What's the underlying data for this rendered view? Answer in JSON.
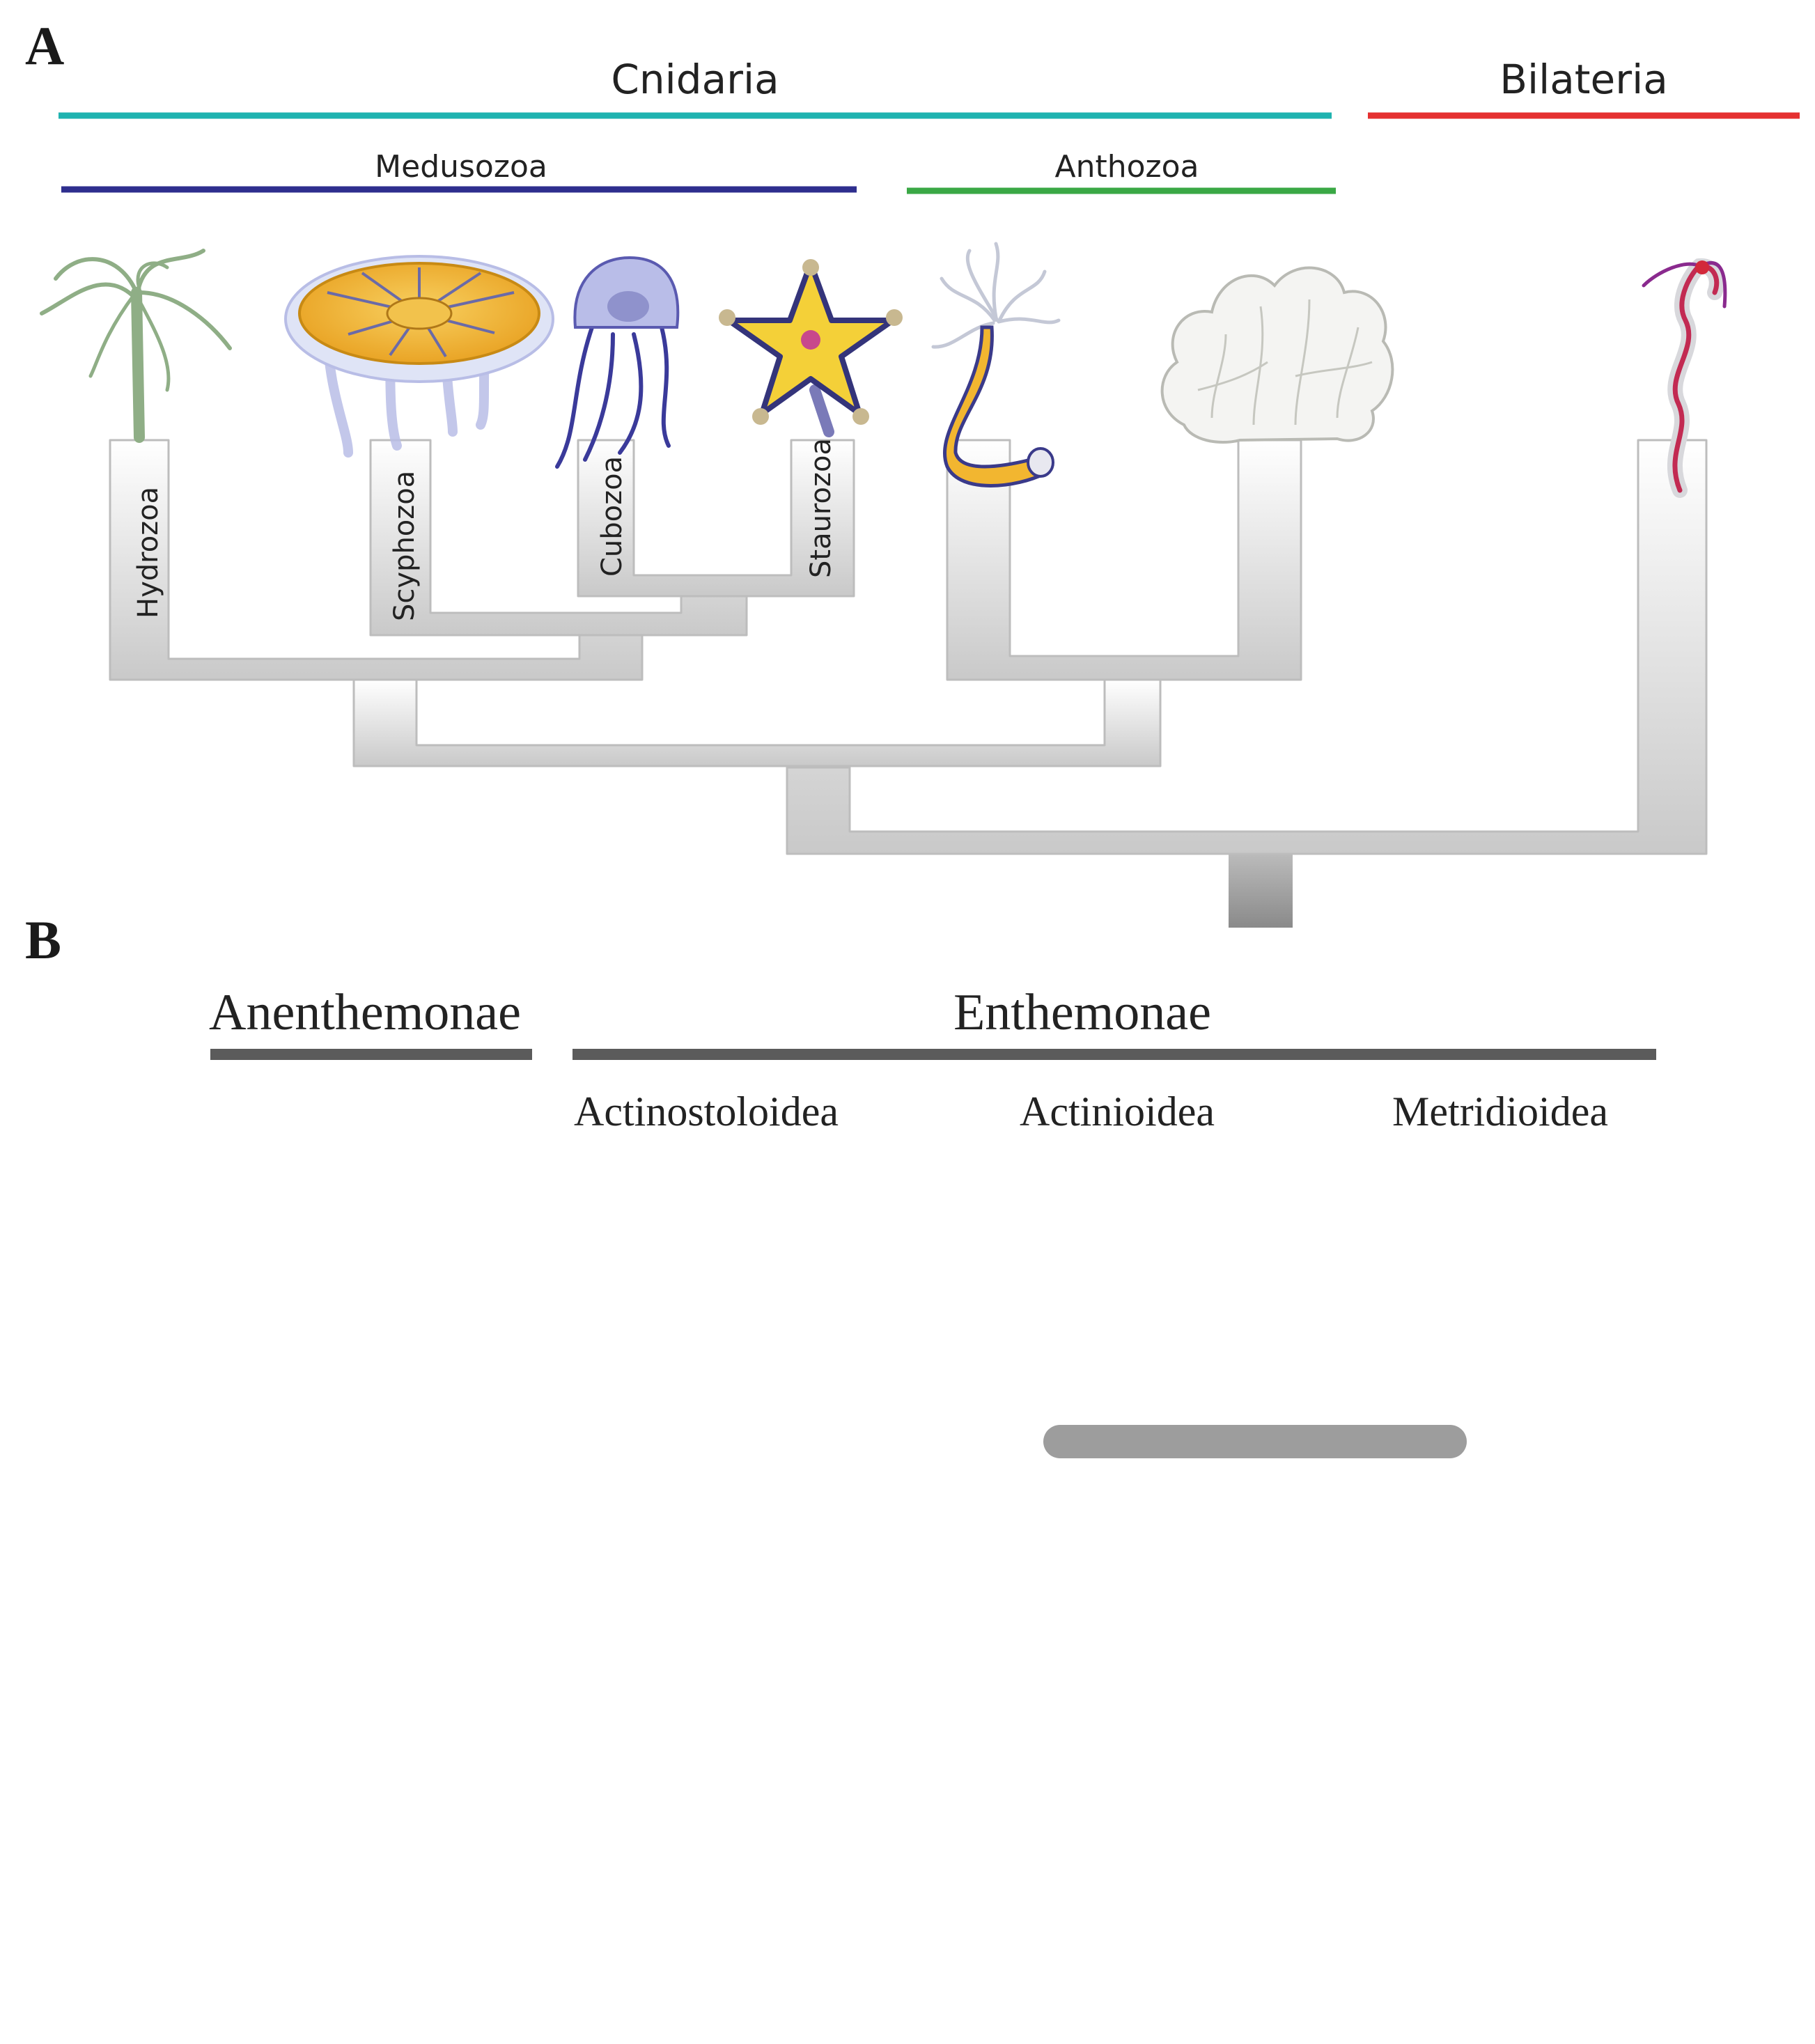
{
  "panel_a": {
    "letter": "A",
    "groups": {
      "cnidaria": "Cnidaria",
      "bilateria": "Bilateria",
      "medusozoa": "Medusozoa",
      "anthozoa": "Anthozoa"
    },
    "taxa": {
      "hydrozoa": "Hydrozoa",
      "scyphozoa": "Scyphozoa",
      "cubozoa": "Cubozoa",
      "staurozoa": "Staurozoa"
    },
    "colors": {
      "cnidaria": "#1fb3b0",
      "bilateria": "#e53030",
      "medusozoa": "#2e2e8e",
      "anthozoa": "#3aa845"
    }
  },
  "panel_b": {
    "letter": "B",
    "groups": {
      "anenthemonae": "Anenthemonae",
      "enthemonae": "Enthemonae"
    },
    "taxa": {
      "actinostoloidea": "Actinostoloidea",
      "actinioidea": "Actinioidea",
      "metridioidea": "Metridioidea"
    }
  }
}
